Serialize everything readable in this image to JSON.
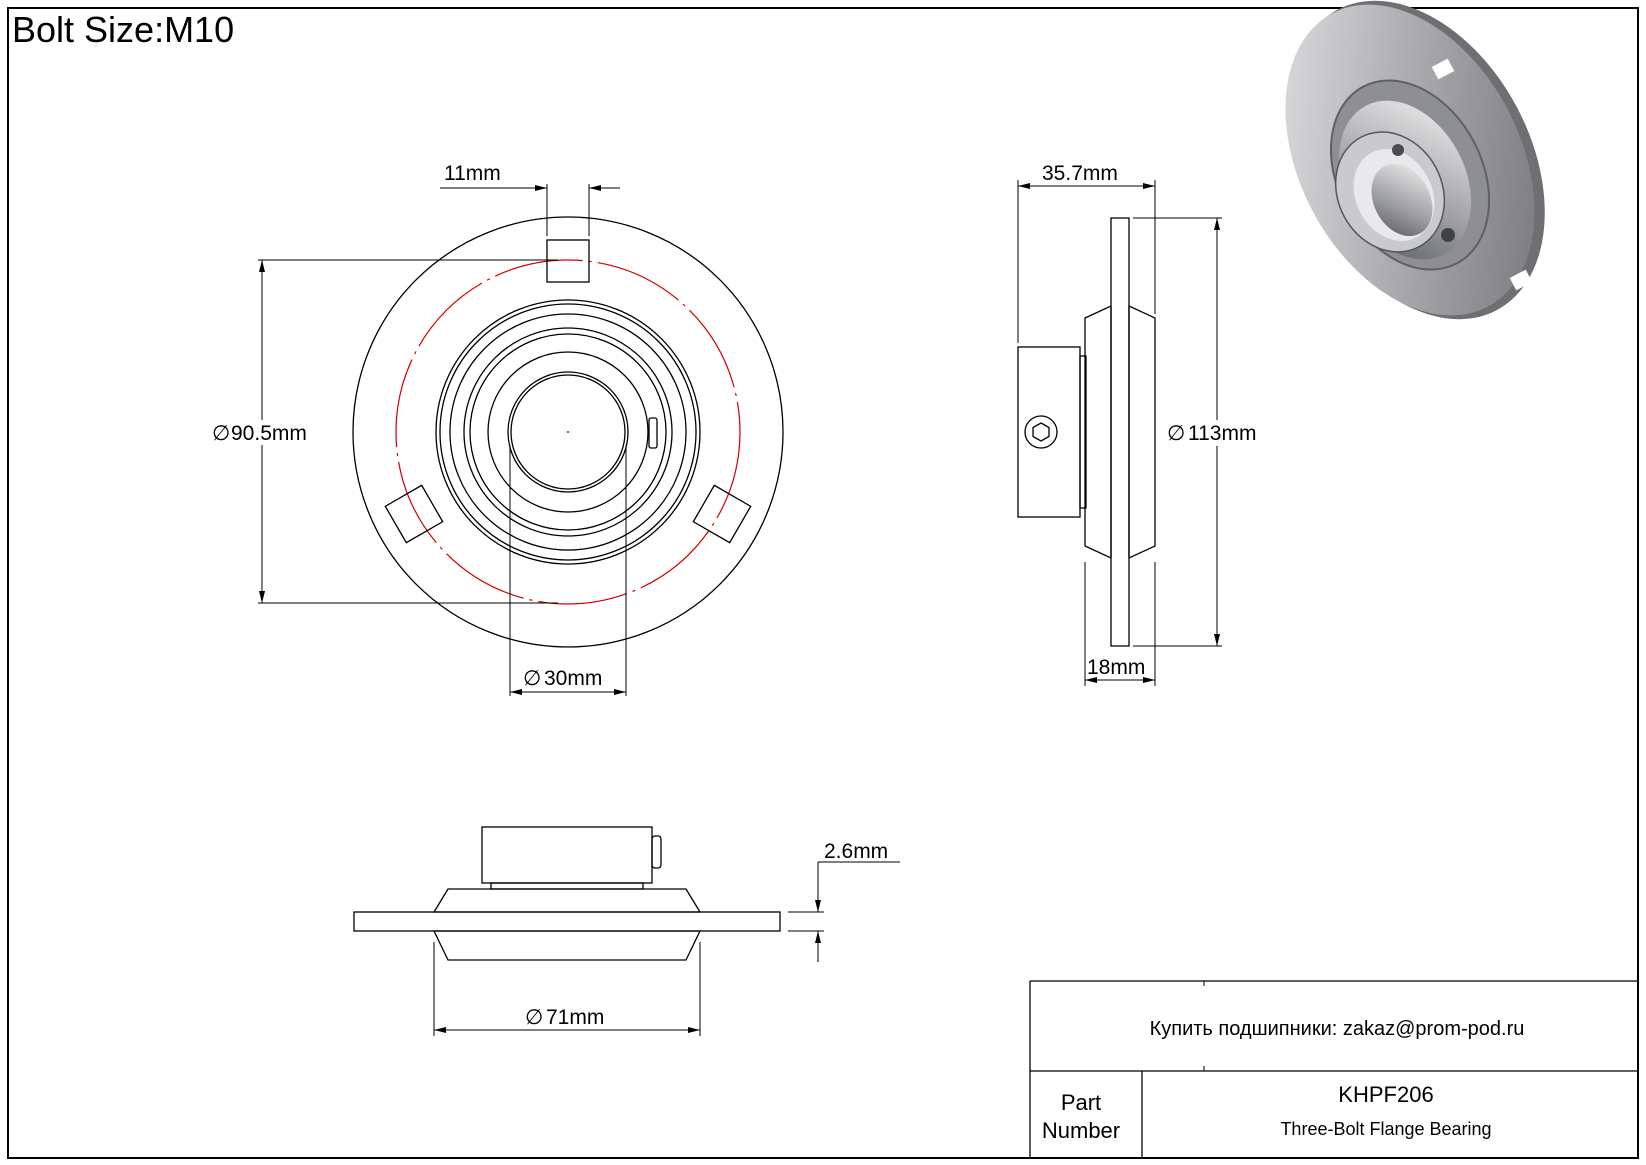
{
  "header": {
    "bolt_size": "Bolt Size:M10"
  },
  "dimensions": {
    "slot_width": "11mm",
    "bolt_circle": "90.5mm",
    "bore": "30mm",
    "total_width": "35.7mm",
    "flange_diameter": "113mm",
    "housing_width": "18mm",
    "flange_thickness": "2.6mm",
    "housing_diameter": "71mm"
  },
  "title_block": {
    "contact": "Купить подшипники: zakaz@prom-pod.ru",
    "part_label_line1": "Part",
    "part_label_line2": "Number",
    "part_number": "KHPF206",
    "description": "Three-Bolt Flange Bearing"
  },
  "colors": {
    "outline": "#000000",
    "bolt_circle": "#d40000"
  }
}
